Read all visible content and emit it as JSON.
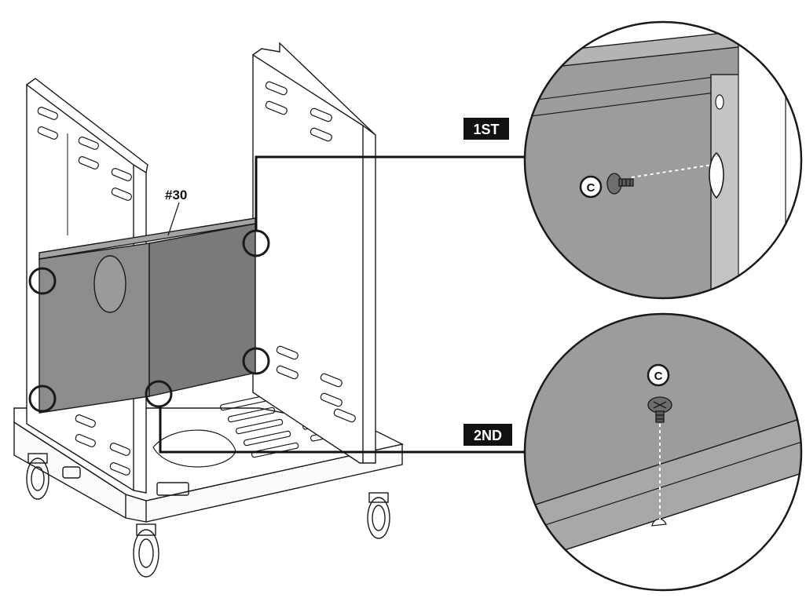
{
  "part_label": "#30",
  "steps": {
    "first": "1ST",
    "second": "2ND"
  },
  "hardware": {
    "first": "C",
    "second": "C"
  },
  "colors": {
    "panel_fill": "#8a8a8a",
    "panel_front": "#7c7c7c",
    "detail_bg": "#9c9c9c",
    "line": "#1a1a1a",
    "tag_bg": "#111111",
    "tag_text": "#ffffff"
  }
}
